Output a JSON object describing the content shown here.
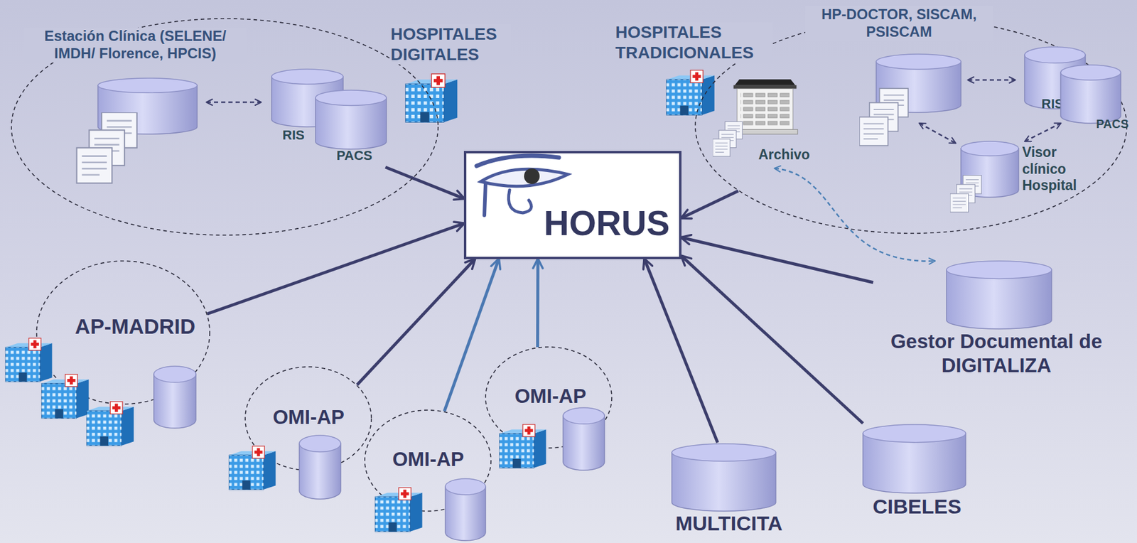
{
  "diagram": {
    "nodes": [
      {
        "text": [
          "Estación Clínica (SELENE/ IMDH/ Florence, HPCIS)"
        ]
      },
      {
        "text": [
          "RIS"
        ],
        "in": 0
      },
      {
        "text": [
          "PACS"
        ],
        "in": 0
      },
      {
        "text": [
          "HORUS"
        ]
      },
      {
        "text": [
          "HP-DOCTOR, SISCAM, PSISCAM"
        ]
      },
      {
        "text": [
          "RIS"
        ],
        "in": 4
      },
      {
        "text": [
          "PACS"
        ],
        "in": 4
      },
      {
        "text": [
          "Visor clínico Hospital"
        ],
        "in": 4
      },
      {
        "text": [
          "Archivo"
        ],
        "in": 4
      },
      {
        "text": [
          "AP-MADRID"
        ]
      },
      {
        "text": [
          "OMI-AP"
        ]
      },
      {
        "text": [
          "OMI-AP"
        ]
      },
      {
        "text": [
          "OMI-AP"
        ]
      },
      {
        "text": [
          "MULTICITA"
        ]
      },
      {
        "text": [
          "CIBELES"
        ]
      },
      {
        "text": [
          "Gestor Documental de DIGITALIZA"
        ]
      }
    ],
    "edges": [
      {
        "from": 2,
        "to": 3,
        "arrow": "to"
      },
      {
        "from": 4,
        "to": 3,
        "arrow": "to"
      },
      {
        "from": 7,
        "to": 6,
        "arrow": "both"
      },
      {
        "from": 8,
        "to": 15,
        "arrow": "both"
      },
      {
        "from": 9,
        "to": 3,
        "arrow": "to"
      },
      {
        "from": 10,
        "to": 3,
        "arrow": "to"
      },
      {
        "from": 11,
        "to": 3,
        "arrow": "to"
      },
      {
        "from": 12,
        "to": 3,
        "arrow": "to"
      },
      {
        "from": 13,
        "to": 3,
        "arrow": "to"
      },
      {
        "from": 14,
        "to": 3,
        "arrow": "to"
      },
      {
        "from": 15,
        "to": 3,
        "arrow": "to"
      }
    ],
    "labels": [
      "HOSPITALES DIGITALES",
      "HOSPITALES TRADICIONALES"
    ]
  }
}
